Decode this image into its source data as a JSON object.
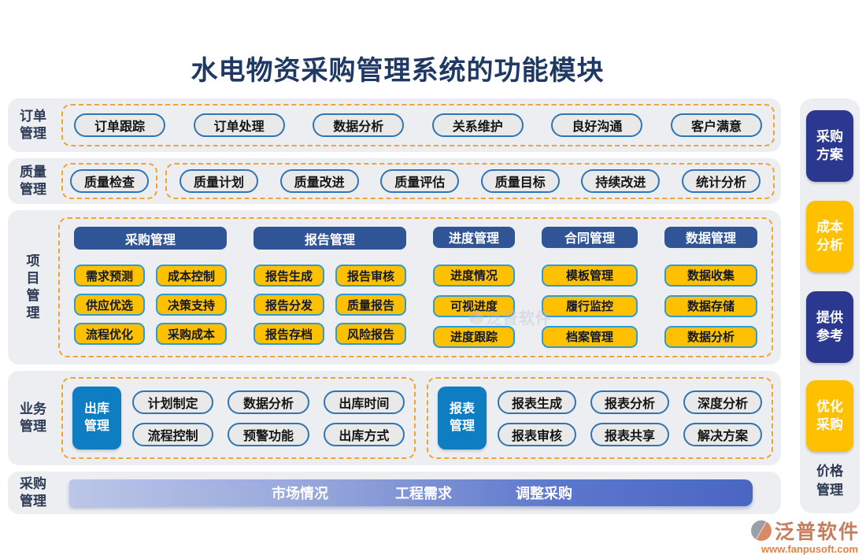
{
  "title": "水电物资采购管理系统的功能模块",
  "sections": {
    "order": {
      "label": "订单管理",
      "items": [
        "订单跟踪",
        "订单处理",
        "数据分析",
        "关系维护",
        "良好沟通",
        "客户满意"
      ]
    },
    "quality": {
      "label": "质量管理",
      "primary": "质量检查",
      "items": [
        "质量计划",
        "质量改进",
        "质量评估",
        "质量目标",
        "持续改进",
        "统计分析"
      ]
    },
    "project": {
      "label": "项目管理",
      "columns": [
        {
          "header": "采购管理",
          "rows": [
            [
              "需求预测",
              "成本控制"
            ],
            [
              "供应优选",
              "决策支持"
            ],
            [
              "流程优化",
              "采购成本"
            ]
          ]
        },
        {
          "header": "报告管理",
          "rows": [
            [
              "报告生成",
              "报告审核"
            ],
            [
              "报告分发",
              "质量报告"
            ],
            [
              "报告存档",
              "风险报告"
            ]
          ]
        },
        {
          "header": "进度管理",
          "items": [
            "进度情况",
            "可视进度",
            "进度跟踪"
          ]
        },
        {
          "header": "合同管理",
          "items": [
            "模板管理",
            "履行监控",
            "档案管理"
          ]
        },
        {
          "header": "数据管理",
          "items": [
            "数据收集",
            "数据存储",
            "数据分析"
          ]
        }
      ]
    },
    "business": {
      "label": "业务管理",
      "groups": [
        {
          "primary": "出库管理",
          "items": [
            "计划制定",
            "数据分析",
            "出库时间",
            "流程控制",
            "预警功能",
            "出库方式"
          ]
        },
        {
          "primary": "报表管理",
          "items": [
            "报表生成",
            "报表分析",
            "深度分析",
            "报表审核",
            "报表共享",
            "解决方案"
          ]
        }
      ]
    },
    "procurement": {
      "label": "采购管理",
      "items": [
        "市场情况",
        "工程需求",
        "调整采购"
      ]
    }
  },
  "sidebar": {
    "items": [
      {
        "label": "采购方案",
        "color": "#2B3890"
      },
      {
        "label": "成本分析",
        "color": "#FFC000"
      },
      {
        "label": "提供参考",
        "color": "#2B3890"
      },
      {
        "label": "优化采购",
        "color": "#FFC000"
      },
      {
        "label": "价格管理",
        "color": "none"
      }
    ]
  },
  "footer": {
    "brand": "泛普软件",
    "url": "www.fanpusoft.com"
  },
  "watermark": "泛普软件",
  "colors": {
    "title_navy": "#1F3864",
    "header_blue": "#2F5597",
    "accent_navy": "#2B3890",
    "accent_yellow": "#FFC000",
    "accent_blue": "#0E7DC2",
    "pill_border_blue": "#2E75B6",
    "dashed_orange": "#F0A32F",
    "section_gray": "#ECEEF1"
  }
}
